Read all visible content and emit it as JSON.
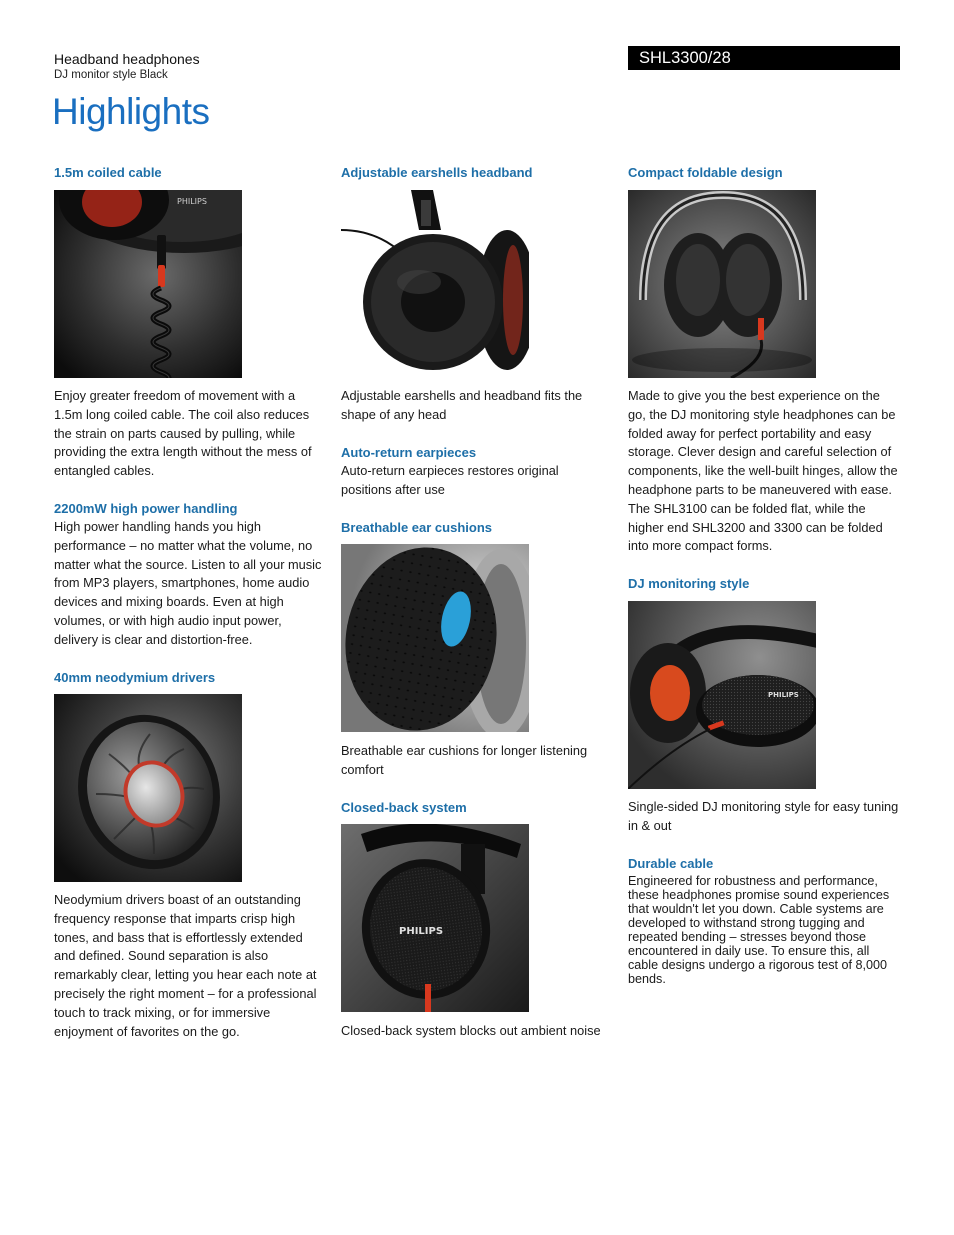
{
  "header": {
    "category": "Headband headphones",
    "subtitle": "DJ monitor style Black",
    "model": "SHL3300/28",
    "heading": "Highlights"
  },
  "brand_logo_text": "PHILIPS",
  "colors": {
    "accent_heading": "#1a6fc0",
    "section_heading": "#1e6fa8",
    "model_bar_bg": "#000000",
    "cable_accent": "#d8381e",
    "cushion_blue": "#2aa0d8"
  },
  "sections": {
    "coiled_cable": {
      "title": "1.5m coiled cable",
      "text": "Enjoy greater freedom of movement with a 1.5m long coiled cable. The coil also reduces the strain on parts caused by pulling, while providing the extra length without the mess of entangled cables."
    },
    "power_handling": {
      "title": "2200mW high power handling",
      "text": "High power handling hands you high performance – no matter what the volume, no matter what the source. Listen to all your music from MP3 players, smartphones, home audio devices and mixing boards. Even at high volumes, or with high audio input power, delivery is clear and distortion-free."
    },
    "drivers": {
      "title": "40mm neodymium drivers",
      "text": "Neodymium drivers boast of an outstanding frequency response that imparts crisp high tones, and bass that is effortlessly extended and defined. Sound separation is also remarkably clear, letting you hear each note at precisely the right moment – for a professional touch to track mixing, or for immersive enjoyment of favorites on the go."
    },
    "earshells": {
      "title": "Adjustable earshells headband",
      "text": "Adjustable earshells and headband fits the shape of any head"
    },
    "auto_return": {
      "title": "Auto-return earpieces",
      "text": "Auto-return earpieces restores original positions after use"
    },
    "breathable": {
      "title": "Breathable ear cushions",
      "text": "Breathable ear cushions for longer listening comfort"
    },
    "closed_back": {
      "title": "Closed-back system",
      "text": "Closed-back system blocks out ambient noise"
    },
    "foldable": {
      "title": "Compact foldable design",
      "text": "Made to give you the best experience on the go, the DJ monitoring style headphones can be folded away for perfect portability and easy storage. Clever design and careful selection of components, like the well-built hinges, allow the headphone parts to be maneuvered with ease. The SHL3100 can be folded flat, while the higher end SHL3200 and 3300 can be folded into more compact forms."
    },
    "dj_style": {
      "title": "DJ monitoring style",
      "text": "Single-sided DJ monitoring style for easy tuning in & out"
    },
    "durable": {
      "title": "Durable cable",
      "text": "Engineered for robustness and performance, these headphones promise sound experiences that wouldn't let you down. Cable systems are developed to withstand strong tugging and repeated bending – stresses beyond those encountered in daily use. To ensure this, all cable designs undergo a rigorous test of 8,000 bends."
    }
  }
}
